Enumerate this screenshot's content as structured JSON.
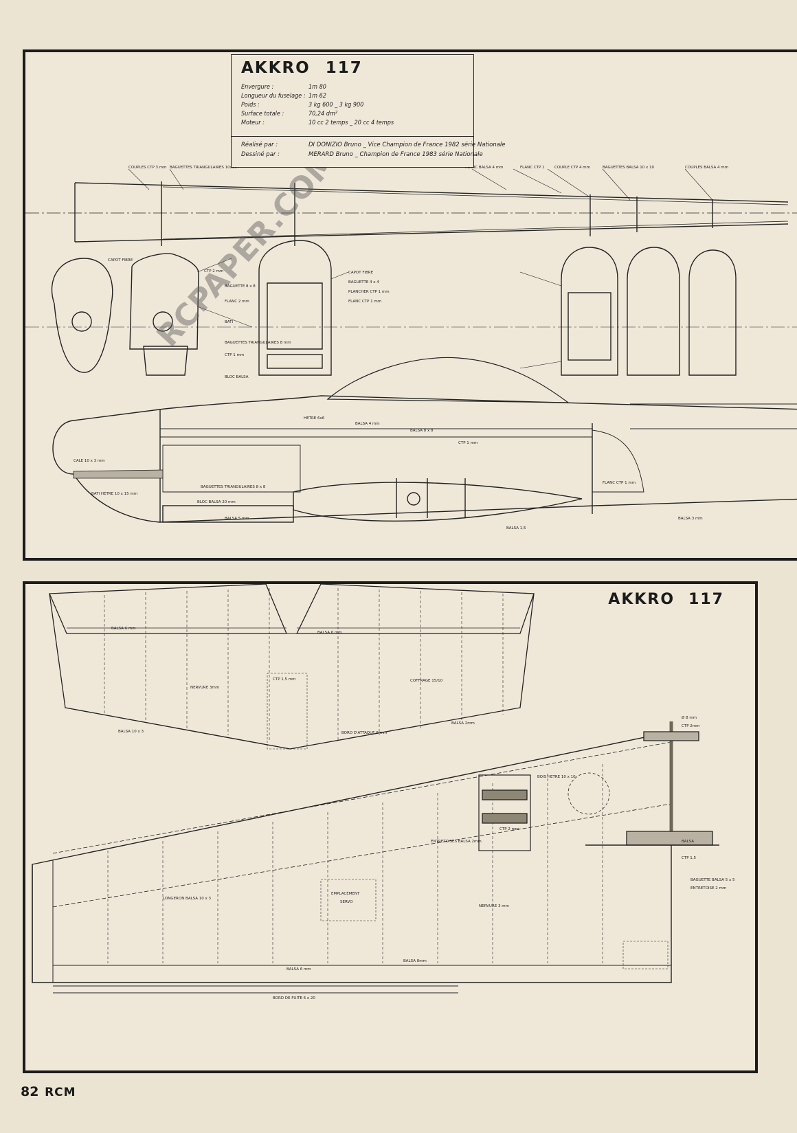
{
  "model": {
    "name": "AKKRO",
    "number": "117"
  },
  "specs": [
    {
      "label": "Envergure :",
      "value": "1m 80"
    },
    {
      "label": "Longueur du fuselage :",
      "value": "1m 62"
    },
    {
      "label": "Poids :",
      "value": "3 kg 600 _ 3 kg 900"
    },
    {
      "label": "Surface totale :",
      "value": "70,24 dm²"
    },
    {
      "label": "Moteur :",
      "value": "10 cc  2 temps _ 20 cc  4 temps"
    }
  ],
  "credits": [
    {
      "label": "Réalisé par :",
      "value": "DI DONIZIO Bruno _ Vice Champion de France 1982 série Nationale"
    },
    {
      "label": "Dessiné par :",
      "value": "MERARD Bruno _ Champion de France 1983 série Nationale"
    }
  ],
  "watermark": "RCPAPER.COM",
  "page": {
    "number": "82",
    "magazine": "RCM"
  },
  "labels_top": {
    "couples": "COUPLES CTP 3 mm",
    "baguettes_tri": "BAGUETTES TRIANGULAIRES 10x10",
    "flanc_balsa": "FLANC BALSA 4 mm",
    "flanc_ctp": "FLANC CTP 1",
    "couple_ctp": "COUPLE CTP 4 mm",
    "baguettes_balsa": "BAGUETTES BALSA 10 x 10",
    "couples_balsa": "COUPLES BALSA 4 mm",
    "capot_fibre": "CAPOT FIBRE",
    "ctp_2": "CTP 2 mm",
    "baguette_8": "BAGUETTE 8 x 8",
    "flanc_2": "FLANC 2 mm",
    "bati": "BATI",
    "baguettes_tri_8": "BAGUETTES TRIANGULAIRES 8 mm",
    "ctp_1": "CTP 1 mm",
    "bloc_balsa": "BLOC BALSA",
    "capot_fibre_2": "CAPOT FIBRE",
    "baguette_4": "BAGUETTE 4 x 4",
    "plancher": "PLANCHER CTP 1 mm",
    "flanc_ctp_1": "FLANC CTP 1 mm",
    "cale": "CALE 10 x 3 mm",
    "bati_hetre": "BATI HETRE 10 x 15 mm",
    "balsa_4": "BALSA 4 mm",
    "hetre": "HETRE 6x6",
    "balsa_8": "BALSA 8 x 8",
    "ctp_1b": "CTP 1 mm",
    "baguettes_tri_8b": "BAGUETTES TRIANGULAIRES 8 x 8",
    "bloc_balsa_20": "BLOC BALSA 20 mm",
    "balsa_5": "BALSA 5 mm",
    "balsa_15": "BALSA 1,5",
    "flanc_ctp_1mm": "FLANC CTP 1 mm",
    "balsa_3": "BALSA 3 mm"
  },
  "labels_bottom": {
    "balsa_6a": "BALSA 6 mm",
    "balsa_6b": "BALSA 6 mm",
    "nervure": "NERVURE 3mm",
    "ctp_15": "CTP 1,5 mm",
    "coffrage": "COFFRAGE 15/10",
    "balsa_10x3": "BALSA 10 x 3",
    "bord_attaque": "BORD D'ATTAQUE 6 mm",
    "balsa_2": "BALSA 2mm",
    "bois_hetre": "BOIS HETRE 10 x 10",
    "ctp_2mm": "CTP 2 mm",
    "entretoises": "ENTRETOISES BALSA 2mm",
    "longeron_balsa": "LONGERON BALSA 10 x 3",
    "emplacement": "EMPLACEMENT",
    "servo": "SERVO",
    "nervure_3": "NERVURE 3 mm",
    "balsa_8mm": "BALSA 8mm",
    "bord_fuite": "BORD DE FUITE 6 x 20",
    "balsa_6c": "BALSA 6 mm",
    "dia_8": "Ø 8 mm",
    "ctp_2c": "CTP 2mm",
    "balsa_x": "BALSA",
    "ctp_15b": "CTP 1,5",
    "baguette_5x5": "BAGUETTE BALSA 5 x 5",
    "entretoise_2": "ENTRETOISE 2 mm"
  }
}
